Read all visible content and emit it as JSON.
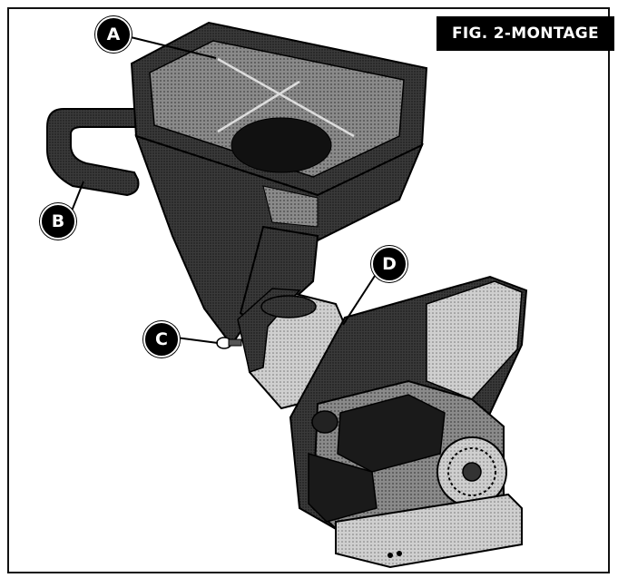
{
  "figure": {
    "title": "FIG. 2-MONTAGE",
    "callouts": {
      "a": "A",
      "b": "B",
      "c": "C",
      "d": "D"
    }
  },
  "colors": {
    "ink": "#000000",
    "dark_metal": "#2b2b2b",
    "mid_gray": "#6a6a6a",
    "light_gray": "#bdbdbd",
    "paper": "#ffffff"
  }
}
